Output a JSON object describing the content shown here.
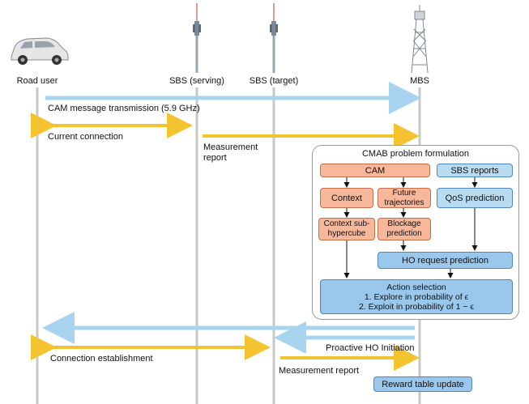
{
  "actors": {
    "road_user": "Road user",
    "sbs_serving": "SBS (serving)",
    "sbs_target": "SBS (target)",
    "mbs": "MBS"
  },
  "messages": {
    "cam_transmission": "CAM message transmission (5.9 GHz)",
    "current_connection": "Current connection",
    "measurement_report_1": "Measurement\nreport",
    "connection_establishment": "Connection establishment",
    "proactive_ho": "Proactive HO Initiation",
    "measurement_report_2": "Measurement report"
  },
  "panel": {
    "title": "CMAB problem formulation",
    "cam": "CAM",
    "sbs_reports": "SBS reports",
    "context": "Context",
    "future_trajectories": "Future\ntrajectories",
    "qos_prediction": "QoS prediction",
    "context_sub_hypercube": "Context sub-\nhypercube",
    "blockage_prediction": "Blockage\nprediction",
    "ho_request_prediction": "HO request prediction",
    "action_selection_title": "Action selection",
    "action_explore": "1. Explore in probability of ϵ",
    "action_exploit": "2. Exploit in probability of 1 − ϵ"
  },
  "reward_table": "Reward table update",
  "colors": {
    "lifeline": "#c8c8c8",
    "arrow_blue": "#a9d4ef",
    "arrow_yellow": "#f4c430",
    "box_orange": "#f6b79a",
    "box_blue": "#b9dcf3"
  },
  "icons": [
    "car-icon",
    "cell-tower-icon",
    "cell-tower-icon",
    "macro-tower-icon"
  ]
}
